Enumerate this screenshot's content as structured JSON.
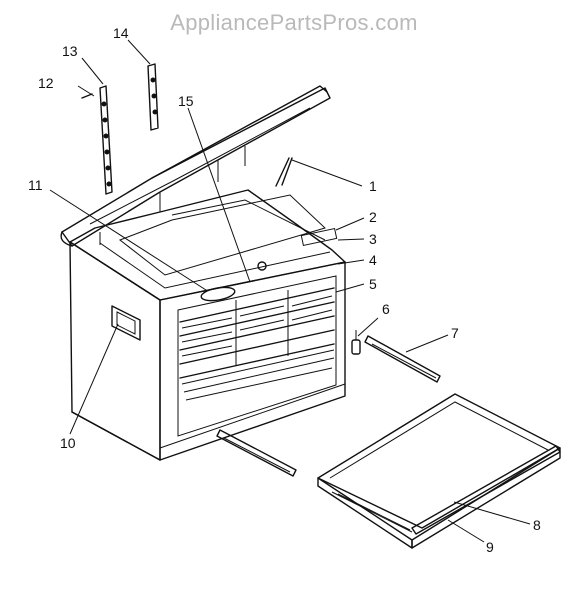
{
  "header": {
    "watermark": "AppliancePartsPros.com"
  },
  "callouts": [
    {
      "id": "1",
      "label": "1"
    },
    {
      "id": "2",
      "label": "2"
    },
    {
      "id": "3",
      "label": "3"
    },
    {
      "id": "4",
      "label": "4"
    },
    {
      "id": "5",
      "label": "5"
    },
    {
      "id": "6",
      "label": "6"
    },
    {
      "id": "7",
      "label": "7"
    },
    {
      "id": "8",
      "label": "8"
    },
    {
      "id": "9",
      "label": "9"
    },
    {
      "id": "10",
      "label": "10"
    },
    {
      "id": "11",
      "label": "11"
    },
    {
      "id": "12",
      "label": "12"
    },
    {
      "id": "13",
      "label": "13"
    },
    {
      "id": "14",
      "label": "14"
    },
    {
      "id": "15",
      "label": "15"
    }
  ]
}
